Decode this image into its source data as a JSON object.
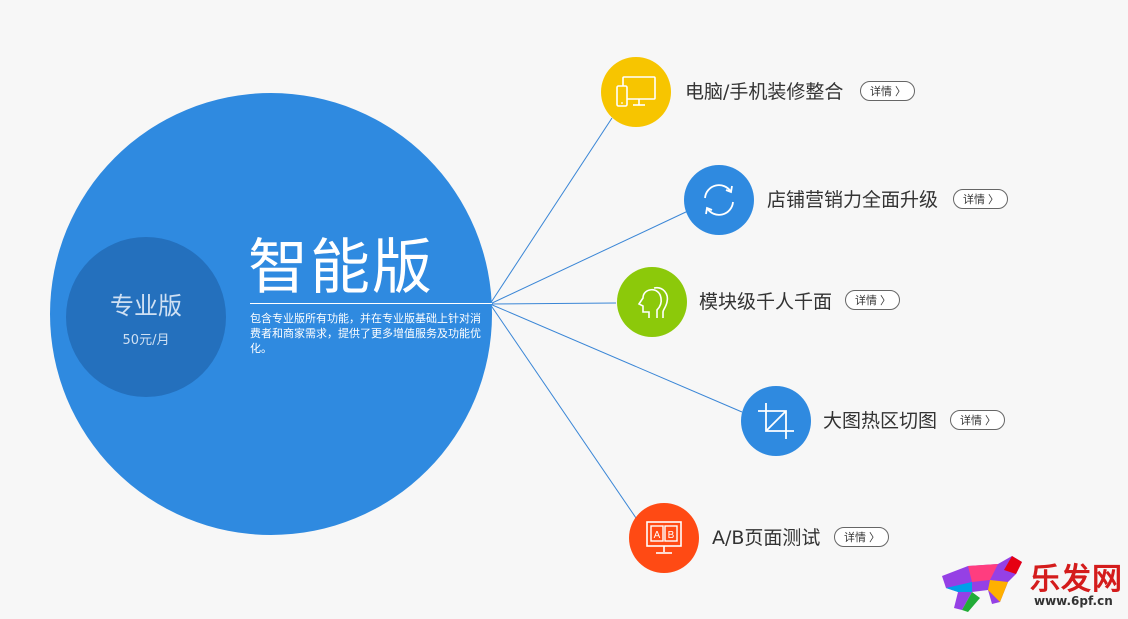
{
  "inner": {
    "title": "专业版",
    "price": "50元/月"
  },
  "main": {
    "title": "智能版",
    "description": "包含专业版所有功能，并在专业版基础上针对消费者和商家需求，提供了更多增值服务及功能优化。"
  },
  "features": [
    {
      "label": "电脑/手机装修整合",
      "detail": "详情",
      "color": "#f7c500",
      "icon": "devices-icon"
    },
    {
      "label": "店铺营销力全面升级",
      "detail": "详情",
      "color": "#2f8ae0",
      "icon": "refresh-icon"
    },
    {
      "label": "模块级千人千面",
      "detail": "详情",
      "color": "#8cc90a",
      "icon": "faces-icon"
    },
    {
      "label": "大图热区切图",
      "detail": "详情",
      "color": "#2f8ae0",
      "icon": "crop-icon"
    },
    {
      "label": "A/B页面测试",
      "detail": "详情",
      "color": "#ff4a14",
      "icon": "ab-test-icon"
    }
  ],
  "watermark": {
    "brand": "乐发网",
    "url": "www.6pf.cn"
  }
}
